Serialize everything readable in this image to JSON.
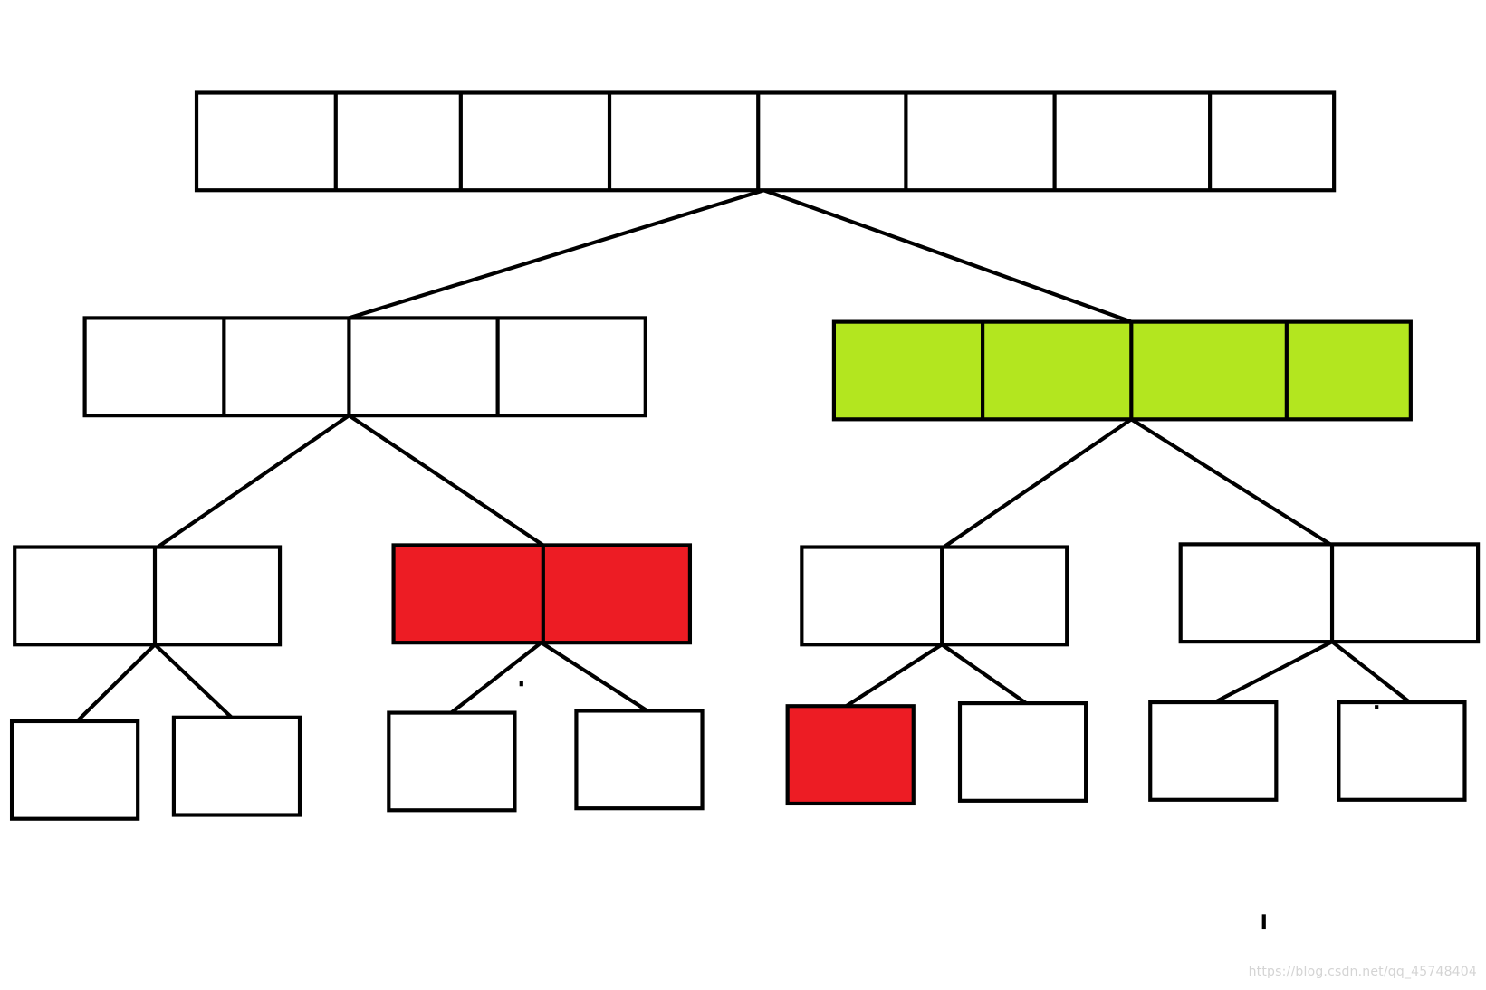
{
  "tree": {
    "edge_color": "#000000",
    "cell_border_color": "#000000",
    "cell_fill_default": "#ffffff",
    "highlight_colors": {
      "green": "#b3e61f",
      "red": "#ed1c24"
    },
    "levels": [
      {
        "level": 0,
        "nodes": [
          {
            "id": "root",
            "cells": 8,
            "fill": "white"
          }
        ]
      },
      {
        "level": 1,
        "nodes": [
          {
            "id": "L",
            "cells": 4,
            "fill": "white"
          },
          {
            "id": "R",
            "cells": 4,
            "fill": "green"
          }
        ]
      },
      {
        "level": 2,
        "nodes": [
          {
            "id": "LL",
            "cells": 2,
            "fill": "white"
          },
          {
            "id": "LR",
            "cells": 2,
            "fill": "red"
          },
          {
            "id": "RL",
            "cells": 2,
            "fill": "white"
          },
          {
            "id": "RR",
            "cells": 2,
            "fill": "white"
          }
        ]
      },
      {
        "level": 3,
        "nodes": [
          {
            "id": "LLL",
            "cells": 1,
            "fill": "white"
          },
          {
            "id": "LLR",
            "cells": 1,
            "fill": "white"
          },
          {
            "id": "LRL",
            "cells": 1,
            "fill": "white"
          },
          {
            "id": "LRR",
            "cells": 1,
            "fill": "white"
          },
          {
            "id": "RLL",
            "cells": 1,
            "fill": "red"
          },
          {
            "id": "RLR",
            "cells": 1,
            "fill": "white"
          },
          {
            "id": "RRL",
            "cells": 1,
            "fill": "white"
          },
          {
            "id": "RRR",
            "cells": 1,
            "fill": "white"
          }
        ]
      }
    ]
  },
  "watermark": {
    "text": "https://blog.csdn.net/qq_45748404",
    "color": "#d4d4d4"
  }
}
